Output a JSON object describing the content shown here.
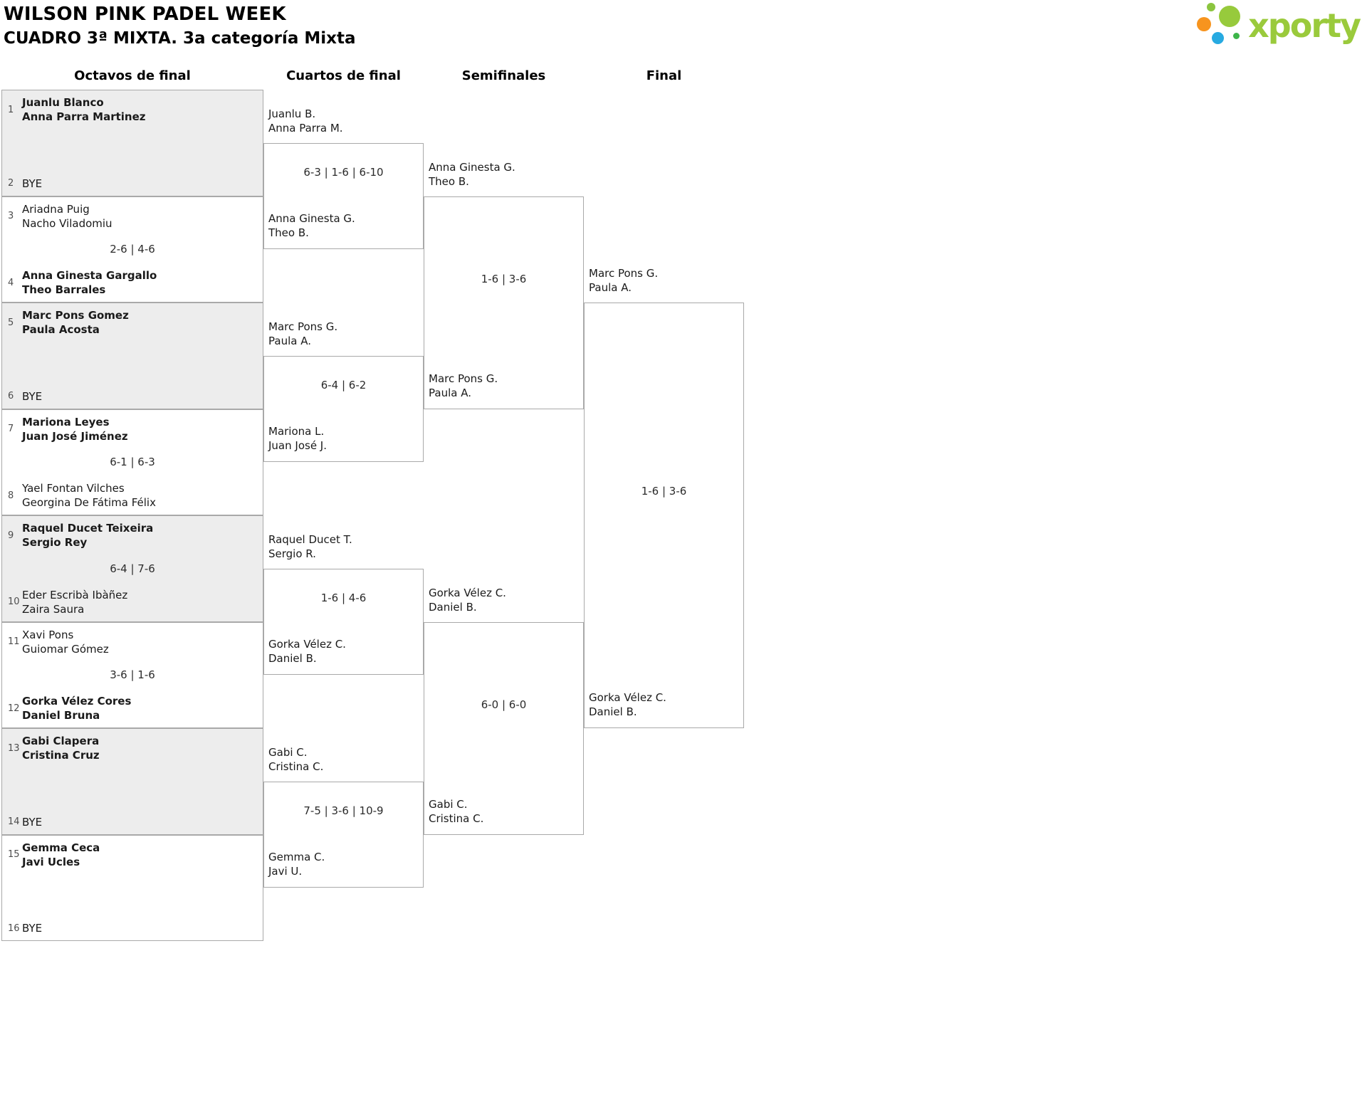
{
  "header": {
    "title": "WILSON PINK PADEL WEEK",
    "subtitle": "CUADRO 3ª MIXTA. 3a categoría Mixta"
  },
  "logo": {
    "brand": "xporty"
  },
  "colors": {
    "brand_green": "#9aca3c",
    "icon_orange": "#f7941e",
    "icon_blue": "#27aae1",
    "icon_green": "#3db54a",
    "box_border": "#a9a9a9",
    "shaded_row": "#ededed"
  },
  "rounds": [
    {
      "label": "Octavos de final"
    },
    {
      "label": "Cuartos de final"
    },
    {
      "label": "Semifinales"
    },
    {
      "label": "Final"
    }
  ],
  "r16": [
    {
      "top": {
        "seed": "1",
        "line1": "Juanlu Blanco",
        "line2": "Anna Parra Martinez",
        "winner": true
      },
      "bottom": {
        "seed": "2",
        "line1": "BYE",
        "line2": "",
        "winner": false
      },
      "score": ""
    },
    {
      "top": {
        "seed": "3",
        "line1": "Ariadna Puig",
        "line2": "Nacho Viladomiu",
        "winner": false
      },
      "bottom": {
        "seed": "4",
        "line1": "Anna Ginesta Gargallo",
        "line2": "Theo Barrales",
        "winner": true
      },
      "score": "2-6 | 4-6"
    },
    {
      "top": {
        "seed": "5",
        "line1": "Marc Pons Gomez",
        "line2": "Paula Acosta",
        "winner": true
      },
      "bottom": {
        "seed": "6",
        "line1": "BYE",
        "line2": "",
        "winner": false
      },
      "score": ""
    },
    {
      "top": {
        "seed": "7",
        "line1": "Mariona Leyes",
        "line2": "Juan José Jiménez",
        "winner": true
      },
      "bottom": {
        "seed": "8",
        "line1": "Yael Fontan Vilches",
        "line2": "Georgina De Fátima Félix",
        "winner": false
      },
      "score": "6-1 | 6-3"
    },
    {
      "top": {
        "seed": "9",
        "line1": "Raquel Ducet Teixeira",
        "line2": "Sergio Rey",
        "winner": true
      },
      "bottom": {
        "seed": "10",
        "line1": "Eder Escribà Ibàñez",
        "line2": "Zaira Saura",
        "winner": false
      },
      "score": "6-4 | 7-6"
    },
    {
      "top": {
        "seed": "11",
        "line1": "Xavi Pons",
        "line2": "Guiomar Gómez",
        "winner": false
      },
      "bottom": {
        "seed": "12",
        "line1": "Gorka Vélez Cores",
        "line2": "Daniel Bruna",
        "winner": true
      },
      "score": "3-6 | 1-6"
    },
    {
      "top": {
        "seed": "13",
        "line1": "Gabi Clapera",
        "line2": "Cristina Cruz",
        "winner": true
      },
      "bottom": {
        "seed": "14",
        "line1": "BYE",
        "line2": "",
        "winner": false
      },
      "score": ""
    },
    {
      "top": {
        "seed": "15",
        "line1": "Gemma Ceca",
        "line2": "Javi Ucles",
        "winner": true
      },
      "bottom": {
        "seed": "16",
        "line1": "BYE",
        "line2": "",
        "winner": false
      },
      "score": ""
    }
  ],
  "qf": [
    {
      "top": {
        "line1": "Juanlu B.",
        "line2": "Anna Parra M.",
        "winner": false
      },
      "bottom": {
        "line1": "Anna Ginesta G.",
        "line2": "Theo B.",
        "winner": true
      },
      "score": "6-3 | 1-6 | 6-10"
    },
    {
      "top": {
        "line1": "Marc Pons G.",
        "line2": "Paula A.",
        "winner": true
      },
      "bottom": {
        "line1": "Mariona L.",
        "line2": "Juan José J.",
        "winner": false
      },
      "score": "6-4 | 6-2"
    },
    {
      "top": {
        "line1": "Raquel Ducet T.",
        "line2": "Sergio R.",
        "winner": false
      },
      "bottom": {
        "line1": "Gorka Vélez C.",
        "line2": "Daniel B.",
        "winner": true
      },
      "score": "1-6 | 4-6"
    },
    {
      "top": {
        "line1": "Gabi C.",
        "line2": "Cristina C.",
        "winner": true
      },
      "bottom": {
        "line1": "Gemma C.",
        "line2": "Javi U.",
        "winner": false
      },
      "score": "7-5 | 3-6 | 10-9"
    }
  ],
  "sf": [
    {
      "top": {
        "line1": "Anna Ginesta G.",
        "line2": "Theo B.",
        "winner": false
      },
      "bottom": {
        "line1": "Marc Pons G.",
        "line2": "Paula A.",
        "winner": true
      },
      "score": "1-6 | 3-6"
    },
    {
      "top": {
        "line1": "Gorka Vélez C.",
        "line2": "Daniel B.",
        "winner": true
      },
      "bottom": {
        "line1": "Gabi C.",
        "line2": "Cristina C.",
        "winner": false
      },
      "score": "6-0 | 6-0"
    }
  ],
  "final": {
    "top": {
      "line1": "Marc Pons G.",
      "line2": "Paula A.",
      "winner": false
    },
    "bottom": {
      "line1": "Gorka Vélez C.",
      "line2": "Daniel B.",
      "winner": true
    },
    "score": "1-6 | 3-6"
  }
}
